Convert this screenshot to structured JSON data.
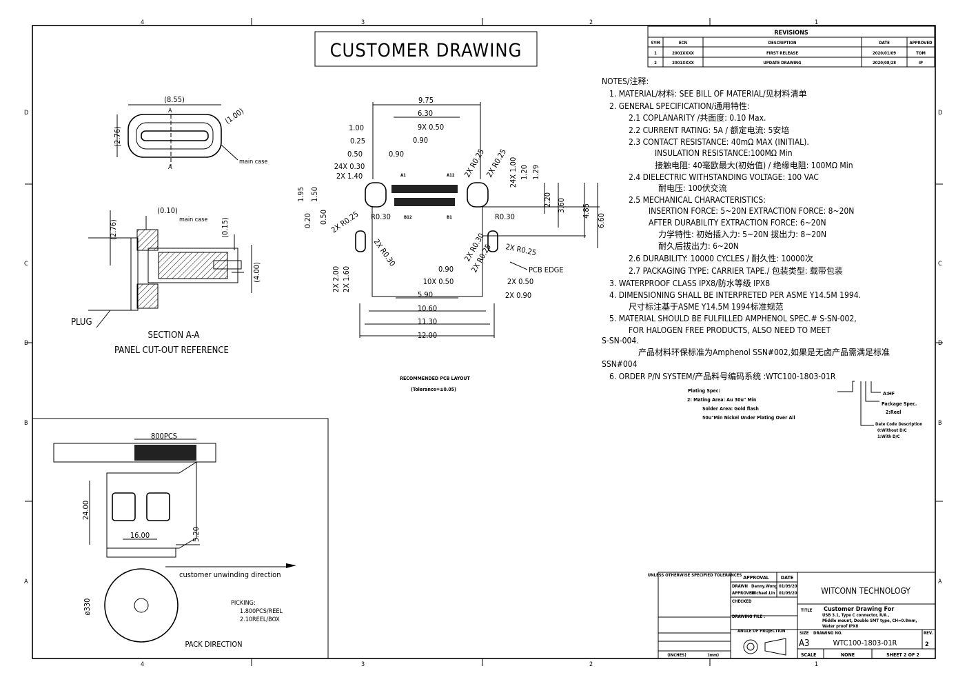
{
  "border": {
    "columns": [
      "4",
      "3",
      "2",
      "1"
    ],
    "rows": [
      "D",
      "C",
      "D",
      "B",
      "A"
    ]
  },
  "title": "CUSTOMER DRAWING",
  "revisions": {
    "heading": "REVISIONS",
    "columns": [
      "SYM",
      "ECN",
      "DESCRIPTION",
      "DATE",
      "APPROVED"
    ],
    "rows": [
      [
        "1",
        "2001XXXX",
        "FIRST RELEASE",
        "2020/01/09",
        "TOM"
      ],
      [
        "2",
        "2001XXXX",
        "UPDATE DRAWING",
        "2020/08/28",
        "IP"
      ]
    ]
  },
  "notes": [
    "NOTES/注释:",
    "1.  MATERIAL/材料: SEE BILL OF MATERIAL/见材料清单",
    "2.  GENERAL SPECIFICATION/通用特性:",
    "2.1 COPLANARITY /共面度: 0.10 Max.",
    "2.2 CURRENT RATING: 5A / 额定电流: 5安培",
    "2.3 CONTACT RESISTANCE: 40mΩ MAX (INITIAL).",
    "INSULATION RESISTANCE:100MΩ Min",
    "接触电阻: 40毫欧最大(初始值) / 绝缘电阻: 100MΩ Min",
    "2.4 DIELECTRIC WITHSTANDING VOLTAGE: 100 VAC",
    "耐电压: 100伏交流",
    "2.5 MECHANICAL CHARACTERISTICS:",
    "INSERTION FORCE: 5~20N EXTRACTION FORCE: 8~20N",
    "AFTER DURABILITY EXTRACTION FORCE: 6~20N",
    "力学特性: 初始插入力: 5~20N 拔出力: 8~20N",
    "耐久后拔出力: 6~20N",
    "2.6 DURABILITY: 10000 CYCLES / 耐久性: 10000次",
    "2.7 PACKAGING TYPE: CARRIER TAPE./ 包装类型: 载带包装",
    "3.  WATERPROOF CLASS IPX8/防水等级 IPX8",
    "4.  DIMENSIONING SHALL BE INTERPRETED PER ASME Y14.5M 1994.",
    "尺寸标注基于ASME Y14.5M 1994标准规范",
    "5.  MATERIAL SHOULD BE FULFILLED AMPHENOL SPEC.# S-SN-002,",
    "FOR HALOGEN FREE PRODUCTS, ALSO NEED TO MEET",
    "S-SN-004.",
    "产品材料环保标准为Amphenol SSN#002,如果是无卤产品需满足标准",
    "SSN#004",
    "6.  ORDER P/N SYSTEM/产品料号编码系统 :WTC100-1803-01R"
  ],
  "pn_callouts": {
    "plating": [
      "Plating Spec:",
      "2: Mating Area: Au 30u\" Min",
      "Solder Area: Gold flash",
      "50u\"Min Nickel Under Plating Over All"
    ],
    "suffix": "A:HF",
    "package": [
      "Package Spec.",
      "2:Reel"
    ],
    "date_code": [
      "Date Code Description",
      "0:Without D/C",
      "1:With D/C"
    ]
  },
  "top_view": {
    "width": "(8.55)",
    "height": "(2.76)",
    "radius": "(1.00)",
    "section_mark": "A",
    "label": "main case"
  },
  "section_view": {
    "dims": [
      "(2.76)",
      "(0.10)",
      "(0.15)",
      "(4.00)"
    ],
    "main_case": "main case",
    "plug": "PLUG",
    "title": "SECTION A-A",
    "subtitle": "PANEL CUT-OUT REFERENCE"
  },
  "pcb": {
    "title": "RECOMMENDED PCB LAYOUT",
    "tolerance": "(Tolerance=±0.05)",
    "dims": [
      "9.75",
      "6.30",
      "9X 0.50",
      "0.90",
      "1.00",
      "0.25",
      "0.50",
      "0.90",
      "24X 0.30",
      "2X 1.40",
      "A1",
      "A12",
      "2X R0.25",
      "2X R0.25",
      "24X 1.00",
      "1.20",
      "1.29",
      "1.95",
      "1.50",
      "2.20",
      "3.60",
      "4.85",
      "6.60",
      "0.20",
      "0.50",
      "2X R0.25",
      "R0.30",
      "B12",
      "B1",
      "R0.30",
      "2X R0.30",
      "2X R0.30",
      "2X R0.25",
      "2X R0.25",
      "PCB EDGE",
      "0.90",
      "10X 0.50",
      "2X 0.50",
      "5.90",
      "2X 0.90",
      "10.60",
      "11.30",
      "12.00",
      "2X 2.00",
      "2X 1.60"
    ]
  },
  "packing": {
    "qty": "800PCS",
    "pitch_h": "24.00",
    "pitch_w": "16.00",
    "depth": "5.20",
    "direction": "customer unwinding direction",
    "reel_dia": "ø330",
    "picking": [
      "PICKING:",
      "1.800PCS/REEL",
      "2.10REEL/BOX"
    ],
    "title": "PACK DIRECTION"
  },
  "title_block": {
    "company": "WITCONN TECHNOLOGY",
    "tolerances": "UNLESS OTHERWISE SPECIFIED TOLERANCES",
    "approval": "APPROVAL",
    "date": "DATE",
    "drawn": "DRAWN",
    "drawn_by": "Danny.Wong",
    "drawn_date": "01/09/20",
    "approved": "APPROVED",
    "approved_by": "Michael.Lin",
    "approved_date": "01/09/20",
    "checked": "CHECKED",
    "drawing_file": "DRAWING FILE :",
    "angle": "ANGLE OF PROJECTION",
    "title_label": "TITLE",
    "title_line1": "Customer Drawing For",
    "title_line2": "USB 3.1, Type C  connector, R/A ,",
    "title_line3": "Middle mount, Double SMT type, CH=0.8mm,",
    "title_line4": "Water proof IPX8",
    "size_label": "SIZE",
    "size": "A3",
    "dwg_label": "DRAWING NO.",
    "dwg_no": "WTC100-1803-01R",
    "rev_label": "REV.",
    "rev": "2",
    "scale_label": "SCALE",
    "scale": "NONE",
    "sheet": "SHEET  2  OF  2",
    "units": [
      "(INCHES)",
      "(mm)"
    ]
  }
}
